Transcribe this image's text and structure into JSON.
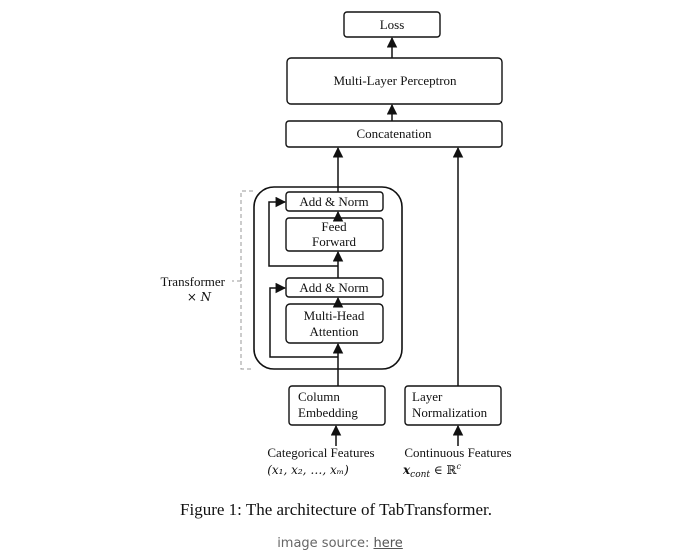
{
  "nodes": {
    "loss": "Loss",
    "mlp": "Multi-Layer Perceptron",
    "concat": "Concatenation",
    "add_norm_top": "Add & Norm",
    "feed_forward": [
      "Feed",
      "Forward"
    ],
    "add_norm_bottom": "Add & Norm",
    "mha": [
      "Multi-Head",
      "Attention"
    ],
    "column_embedding": [
      "Column",
      "Embedding"
    ],
    "layer_norm": [
      "Layer",
      "Normalization"
    ]
  },
  "transformer_label": {
    "name": "Transformer",
    "repeat": "× N"
  },
  "inputs": {
    "categorical": {
      "label": "Categorical Features",
      "math": "(x₁, x₂, …, xₘ)"
    },
    "continuous": {
      "label": "Continuous Features",
      "math": "x",
      "math_sub": "cont",
      "math_rest": " ∈ ℝ",
      "math_sup": "c"
    }
  },
  "caption": "Figure 1: The architecture of TabTransformer.",
  "source": {
    "prefix": "image source: ",
    "link": "here"
  }
}
